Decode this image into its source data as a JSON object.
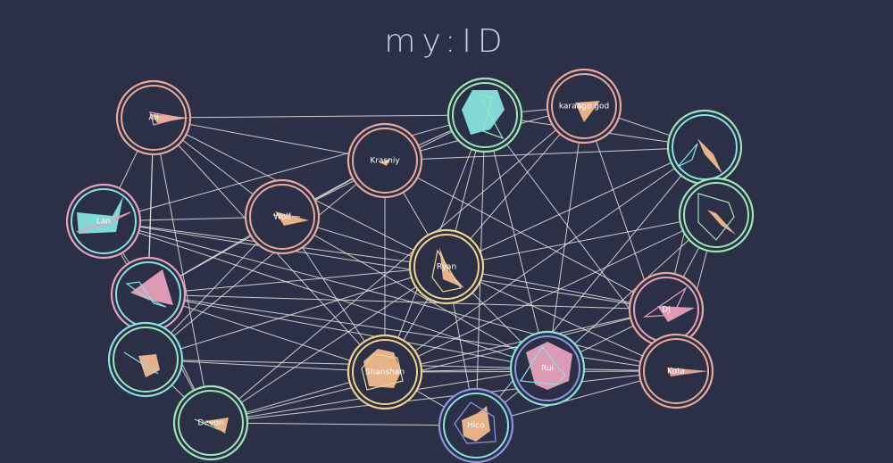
{
  "app": {
    "title": "my:ID"
  },
  "colors": {
    "background": "#2b3047",
    "edge": "#e8e6e0",
    "pink": "#e7a0bb",
    "salmon": "#e9a89c",
    "peach": "#efb98e",
    "cyan": "#86e3de",
    "mint": "#9ee6b8",
    "yellow": "#ecd48e",
    "lavender": "#8f95e6"
  },
  "nodes": [
    {
      "id": "ali",
      "label": "Ali",
      "outer": "salmon",
      "inner": "salmon",
      "shape": "peach",
      "outline": "pink"
    },
    {
      "id": "u1",
      "label": "",
      "outer": "mint",
      "inner": "mint",
      "shape": "cyan",
      "outline": "mint"
    },
    {
      "id": "karaage",
      "label": "karaage god",
      "outer": "salmon",
      "inner": "salmon",
      "shape": "peach",
      "outline": "pink"
    },
    {
      "id": "krasniy",
      "label": "Krasniy",
      "outer": "salmon",
      "inner": "salmon",
      "shape": "peach",
      "outline": "pink"
    },
    {
      "id": "u2",
      "label": "",
      "outer": "mint",
      "inner": "cyan",
      "shape": "peach",
      "outline": "cyan"
    },
    {
      "id": "lan",
      "label": "Lan",
      "outer": "pink",
      "inner": "cyan",
      "shape": "cyan",
      "outline": "pink"
    },
    {
      "id": "wolf",
      "label": "Wolf",
      "outer": "salmon",
      "inner": "salmon",
      "shape": "peach",
      "outline": "pink"
    },
    {
      "id": "u3",
      "label": "",
      "outer": "mint",
      "inner": "mint",
      "shape": "peach",
      "outline": "mint"
    },
    {
      "id": "ryan",
      "label": "Ryan",
      "outer": "yellow",
      "inner": "yellow",
      "shape": "peach",
      "outline": "yellow"
    },
    {
      "id": "u4",
      "label": "",
      "outer": "pink",
      "inner": "cyan",
      "shape": "pink",
      "outline": "cyan"
    },
    {
      "id": "dj",
      "label": "DJ",
      "outer": "salmon",
      "inner": "pink",
      "shape": "pink",
      "outline": "pink"
    },
    {
      "id": "u5",
      "label": "",
      "outer": "cyan",
      "inner": "mint",
      "shape": "peach",
      "outline": "cyan"
    },
    {
      "id": "shanshan",
      "label": "Shanshan",
      "outer": "yellow",
      "inner": "yellow",
      "shape": "peach",
      "outline": "yellow"
    },
    {
      "id": "rui",
      "label": "Rui",
      "outer": "cyan",
      "inner": "lavender",
      "shape": "pink",
      "outline": "cyan"
    },
    {
      "id": "kota",
      "label": "Kota",
      "outer": "salmon",
      "inner": "salmon",
      "shape": "salmon",
      "outline": "salmon"
    },
    {
      "id": "devon",
      "label": "Devon",
      "outer": "mint",
      "inner": "mint",
      "shape": "peach",
      "outline": "mint"
    },
    {
      "id": "hico",
      "label": "Hico",
      "outer": "lavender",
      "inner": "cyan",
      "shape": "peach",
      "outline": "lavender"
    }
  ],
  "edges": [
    [
      "ali",
      "u1"
    ],
    [
      "ali",
      "krasniy"
    ],
    [
      "ali",
      "ryan"
    ],
    [
      "ali",
      "lan"
    ],
    [
      "ali",
      "u4"
    ],
    [
      "ali",
      "shanshan"
    ],
    [
      "ali",
      "devon"
    ],
    [
      "ali",
      "u5"
    ],
    [
      "ali",
      "wolf"
    ],
    [
      "u1",
      "krasniy"
    ],
    [
      "u1",
      "karaage"
    ],
    [
      "u1",
      "lan"
    ],
    [
      "u1",
      "ryan"
    ],
    [
      "u1",
      "shanshan"
    ],
    [
      "u1",
      "rui"
    ],
    [
      "u1",
      "kota"
    ],
    [
      "u1",
      "hico"
    ],
    [
      "u1",
      "wolf"
    ],
    [
      "u1",
      "u2"
    ],
    [
      "karaage",
      "krasniy"
    ],
    [
      "karaage",
      "ryan"
    ],
    [
      "karaage",
      "rui"
    ],
    [
      "karaage",
      "kota"
    ],
    [
      "karaage",
      "u2"
    ],
    [
      "karaage",
      "devon"
    ],
    [
      "krasniy",
      "u2"
    ],
    [
      "krasniy",
      "wolf"
    ],
    [
      "krasniy",
      "ryan"
    ],
    [
      "krasniy",
      "u4"
    ],
    [
      "krasniy",
      "shanshan"
    ],
    [
      "krasniy",
      "dj"
    ],
    [
      "krasniy",
      "u5"
    ],
    [
      "u2",
      "u3"
    ],
    [
      "u2",
      "ryan"
    ],
    [
      "u2",
      "shanshan"
    ],
    [
      "u2",
      "dj"
    ],
    [
      "u2",
      "hico"
    ],
    [
      "lan",
      "wolf"
    ],
    [
      "lan",
      "ryan"
    ],
    [
      "lan",
      "u4"
    ],
    [
      "lan",
      "dj"
    ],
    [
      "lan",
      "kota"
    ],
    [
      "lan",
      "devon"
    ],
    [
      "lan",
      "rui"
    ],
    [
      "wolf",
      "ryan"
    ],
    [
      "wolf",
      "u4"
    ],
    [
      "wolf",
      "shanshan"
    ],
    [
      "wolf",
      "rui"
    ],
    [
      "wolf",
      "u5"
    ],
    [
      "u3",
      "ryan"
    ],
    [
      "u3",
      "rui"
    ],
    [
      "u3",
      "shanshan"
    ],
    [
      "u3",
      "kota"
    ],
    [
      "u3",
      "dj"
    ],
    [
      "ryan",
      "u4"
    ],
    [
      "ryan",
      "dj"
    ],
    [
      "ryan",
      "kota"
    ],
    [
      "ryan",
      "rui"
    ],
    [
      "ryan",
      "shanshan"
    ],
    [
      "ryan",
      "hico"
    ],
    [
      "ryan",
      "devon"
    ],
    [
      "ryan",
      "u5"
    ],
    [
      "u4",
      "dj"
    ],
    [
      "u4",
      "kota"
    ],
    [
      "u4",
      "rui"
    ],
    [
      "u4",
      "shanshan"
    ],
    [
      "u4",
      "devon"
    ],
    [
      "dj",
      "rui"
    ],
    [
      "dj",
      "kota"
    ],
    [
      "dj",
      "shanshan"
    ],
    [
      "dj",
      "devon"
    ],
    [
      "u5",
      "devon"
    ],
    [
      "u5",
      "shanshan"
    ],
    [
      "u5",
      "rui"
    ],
    [
      "shanshan",
      "rui"
    ],
    [
      "shanshan",
      "devon"
    ],
    [
      "shanshan",
      "hico"
    ],
    [
      "shanshan",
      "kota"
    ],
    [
      "rui",
      "kota"
    ],
    [
      "rui",
      "hico"
    ],
    [
      "rui",
      "devon"
    ],
    [
      "kota",
      "devon"
    ],
    [
      "kota",
      "hico"
    ],
    [
      "devon",
      "hico"
    ]
  ]
}
